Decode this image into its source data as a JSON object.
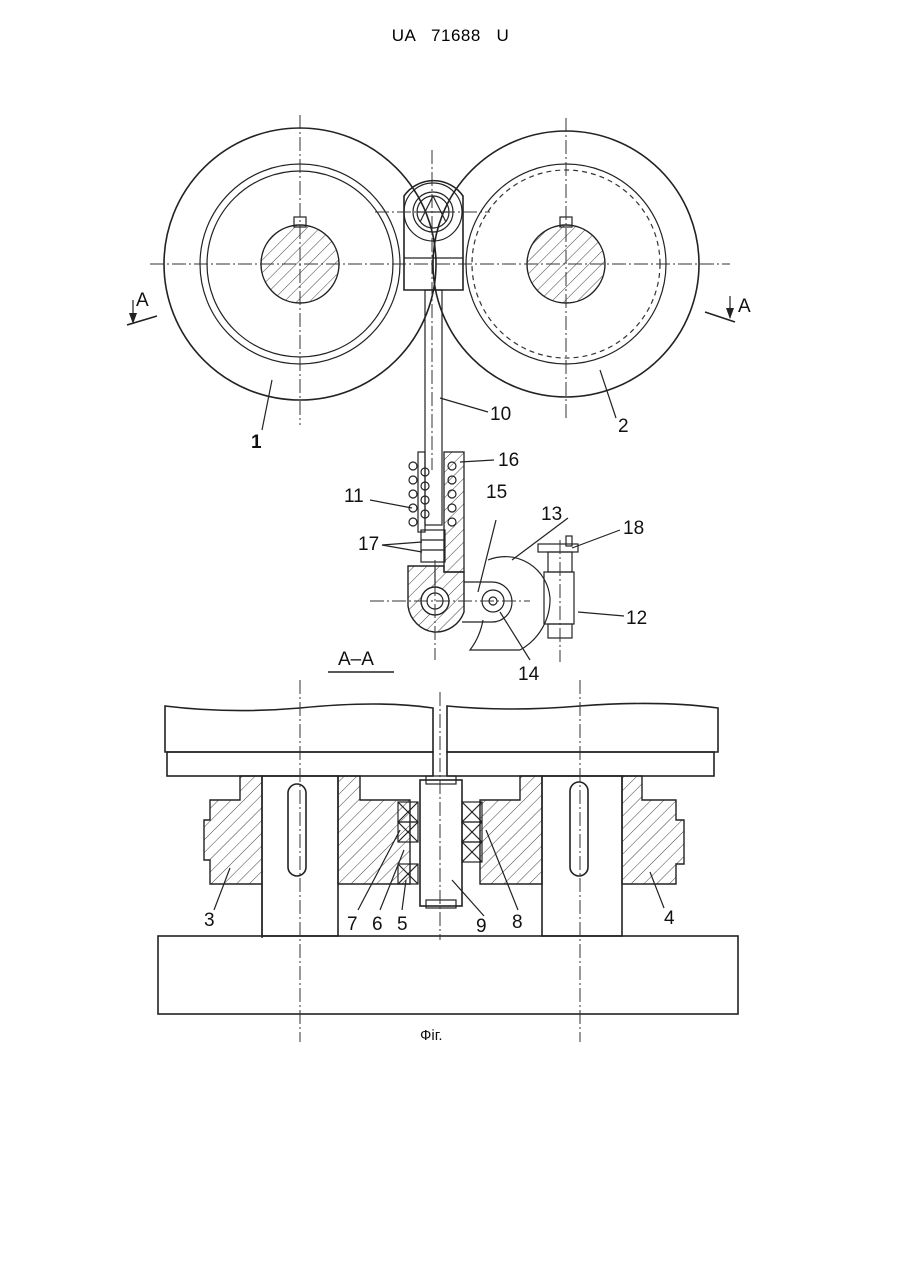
{
  "header": {
    "document_number": "UA   71688   U"
  },
  "figure": {
    "section_label": "A–A",
    "section_mark_left": "A",
    "section_mark_right": "A",
    "caption": "Фіг.",
    "callouts": [
      "1",
      "2",
      "3",
      "4",
      "5",
      "6",
      "7",
      "8",
      "9",
      "10",
      "11",
      "12",
      "13",
      "14",
      "15",
      "16",
      "17",
      "18"
    ]
  }
}
